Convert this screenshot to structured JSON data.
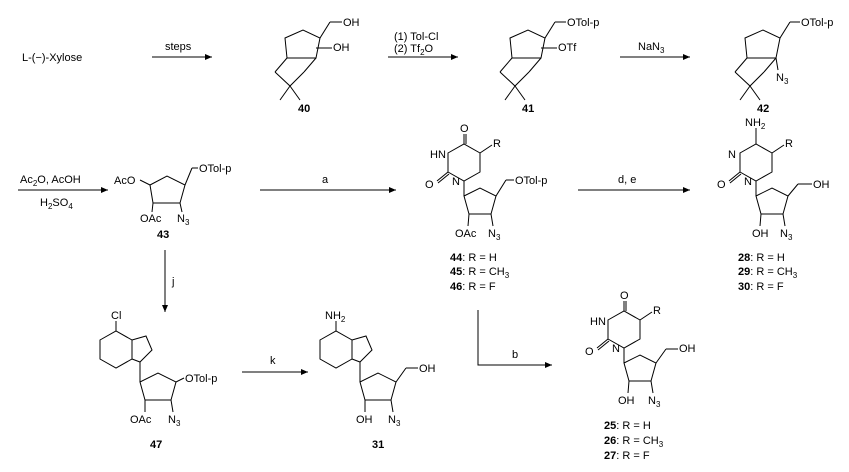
{
  "start": {
    "label": "L-(−)-Xylose"
  },
  "arrows": {
    "a1": "steps",
    "a2_line1": "(1) Tol-Cl",
    "a2_line2": "(2) Tf",
    "a2_line2_sub": "2",
    "a2_line2_tail": "O",
    "a3": "NaN",
    "a3_sub": "3",
    "a4_line1": "Ac",
    "a4_line1_sub": "2",
    "a4_line1_tail": "O, AcOH",
    "a4_line2": "H",
    "a4_line2_sub": "2",
    "a4_line2_tail": "SO",
    "a4_line2_sub2": "4",
    "a5": "a",
    "a6": "d, e",
    "a7": "j",
    "a8": "k",
    "a9": "b"
  },
  "compounds": {
    "c40": {
      "num": "40",
      "oh1": "OH",
      "oh2": "OH"
    },
    "c41": {
      "num": "41",
      "otol": "OTol-p",
      "otf": "OTf"
    },
    "c42": {
      "num": "42",
      "otol": "OTol-p",
      "n3": "N",
      "n3sub": "3"
    },
    "c43": {
      "num": "43",
      "aco": "AcO",
      "otol": "OTol-p",
      "oac": "OAc",
      "n3": "N",
      "n3sub": "3"
    },
    "c44": {
      "num": "44",
      "label": ": R = H"
    },
    "c45": {
      "num": "45",
      "label": ": R = CH",
      "sub": "3"
    },
    "c46": {
      "num": "46",
      "label": ": R = F"
    },
    "uracil_tol": {
      "hn": "HN",
      "o1": "O",
      "o2": "O",
      "n": "N",
      "r": "R",
      "otol": "OTol-p",
      "oac": "OAc",
      "n3": "N",
      "n3sub": "3"
    },
    "c28": {
      "num": "28",
      "label": ": R = H"
    },
    "c29": {
      "num": "29",
      "label": ": R = CH",
      "sub": "3"
    },
    "c30": {
      "num": "30",
      "label": ": R = F"
    },
    "cytidine": {
      "nh2": "NH",
      "nh2sub": "2",
      "n1": "N",
      "n2": "N",
      "o": "O",
      "r": "R",
      "oh1": "OH",
      "oh2": "OH",
      "n3": "N",
      "n3sub": "3"
    },
    "c47": {
      "num": "47",
      "cl": "Cl",
      "otol": "OTol-p",
      "oac": "OAc",
      "n3": "N",
      "n3sub": "3"
    },
    "c31": {
      "num": "31",
      "nh2": "NH",
      "nh2sub": "2",
      "oh1": "OH",
      "oh2": "OH",
      "n3": "N",
      "n3sub": "3"
    },
    "c25": {
      "num": "25",
      "label": ": R = H"
    },
    "c26": {
      "num": "26",
      "label": ": R = CH",
      "sub": "3"
    },
    "c27": {
      "num": "27",
      "label": ": R = F"
    },
    "uridine": {
      "hn": "HN",
      "o1": "O",
      "o2": "O",
      "n": "N",
      "r": "R",
      "oh1": "OH",
      "oh2": "OH",
      "n3": "N",
      "n3sub": "3"
    }
  }
}
